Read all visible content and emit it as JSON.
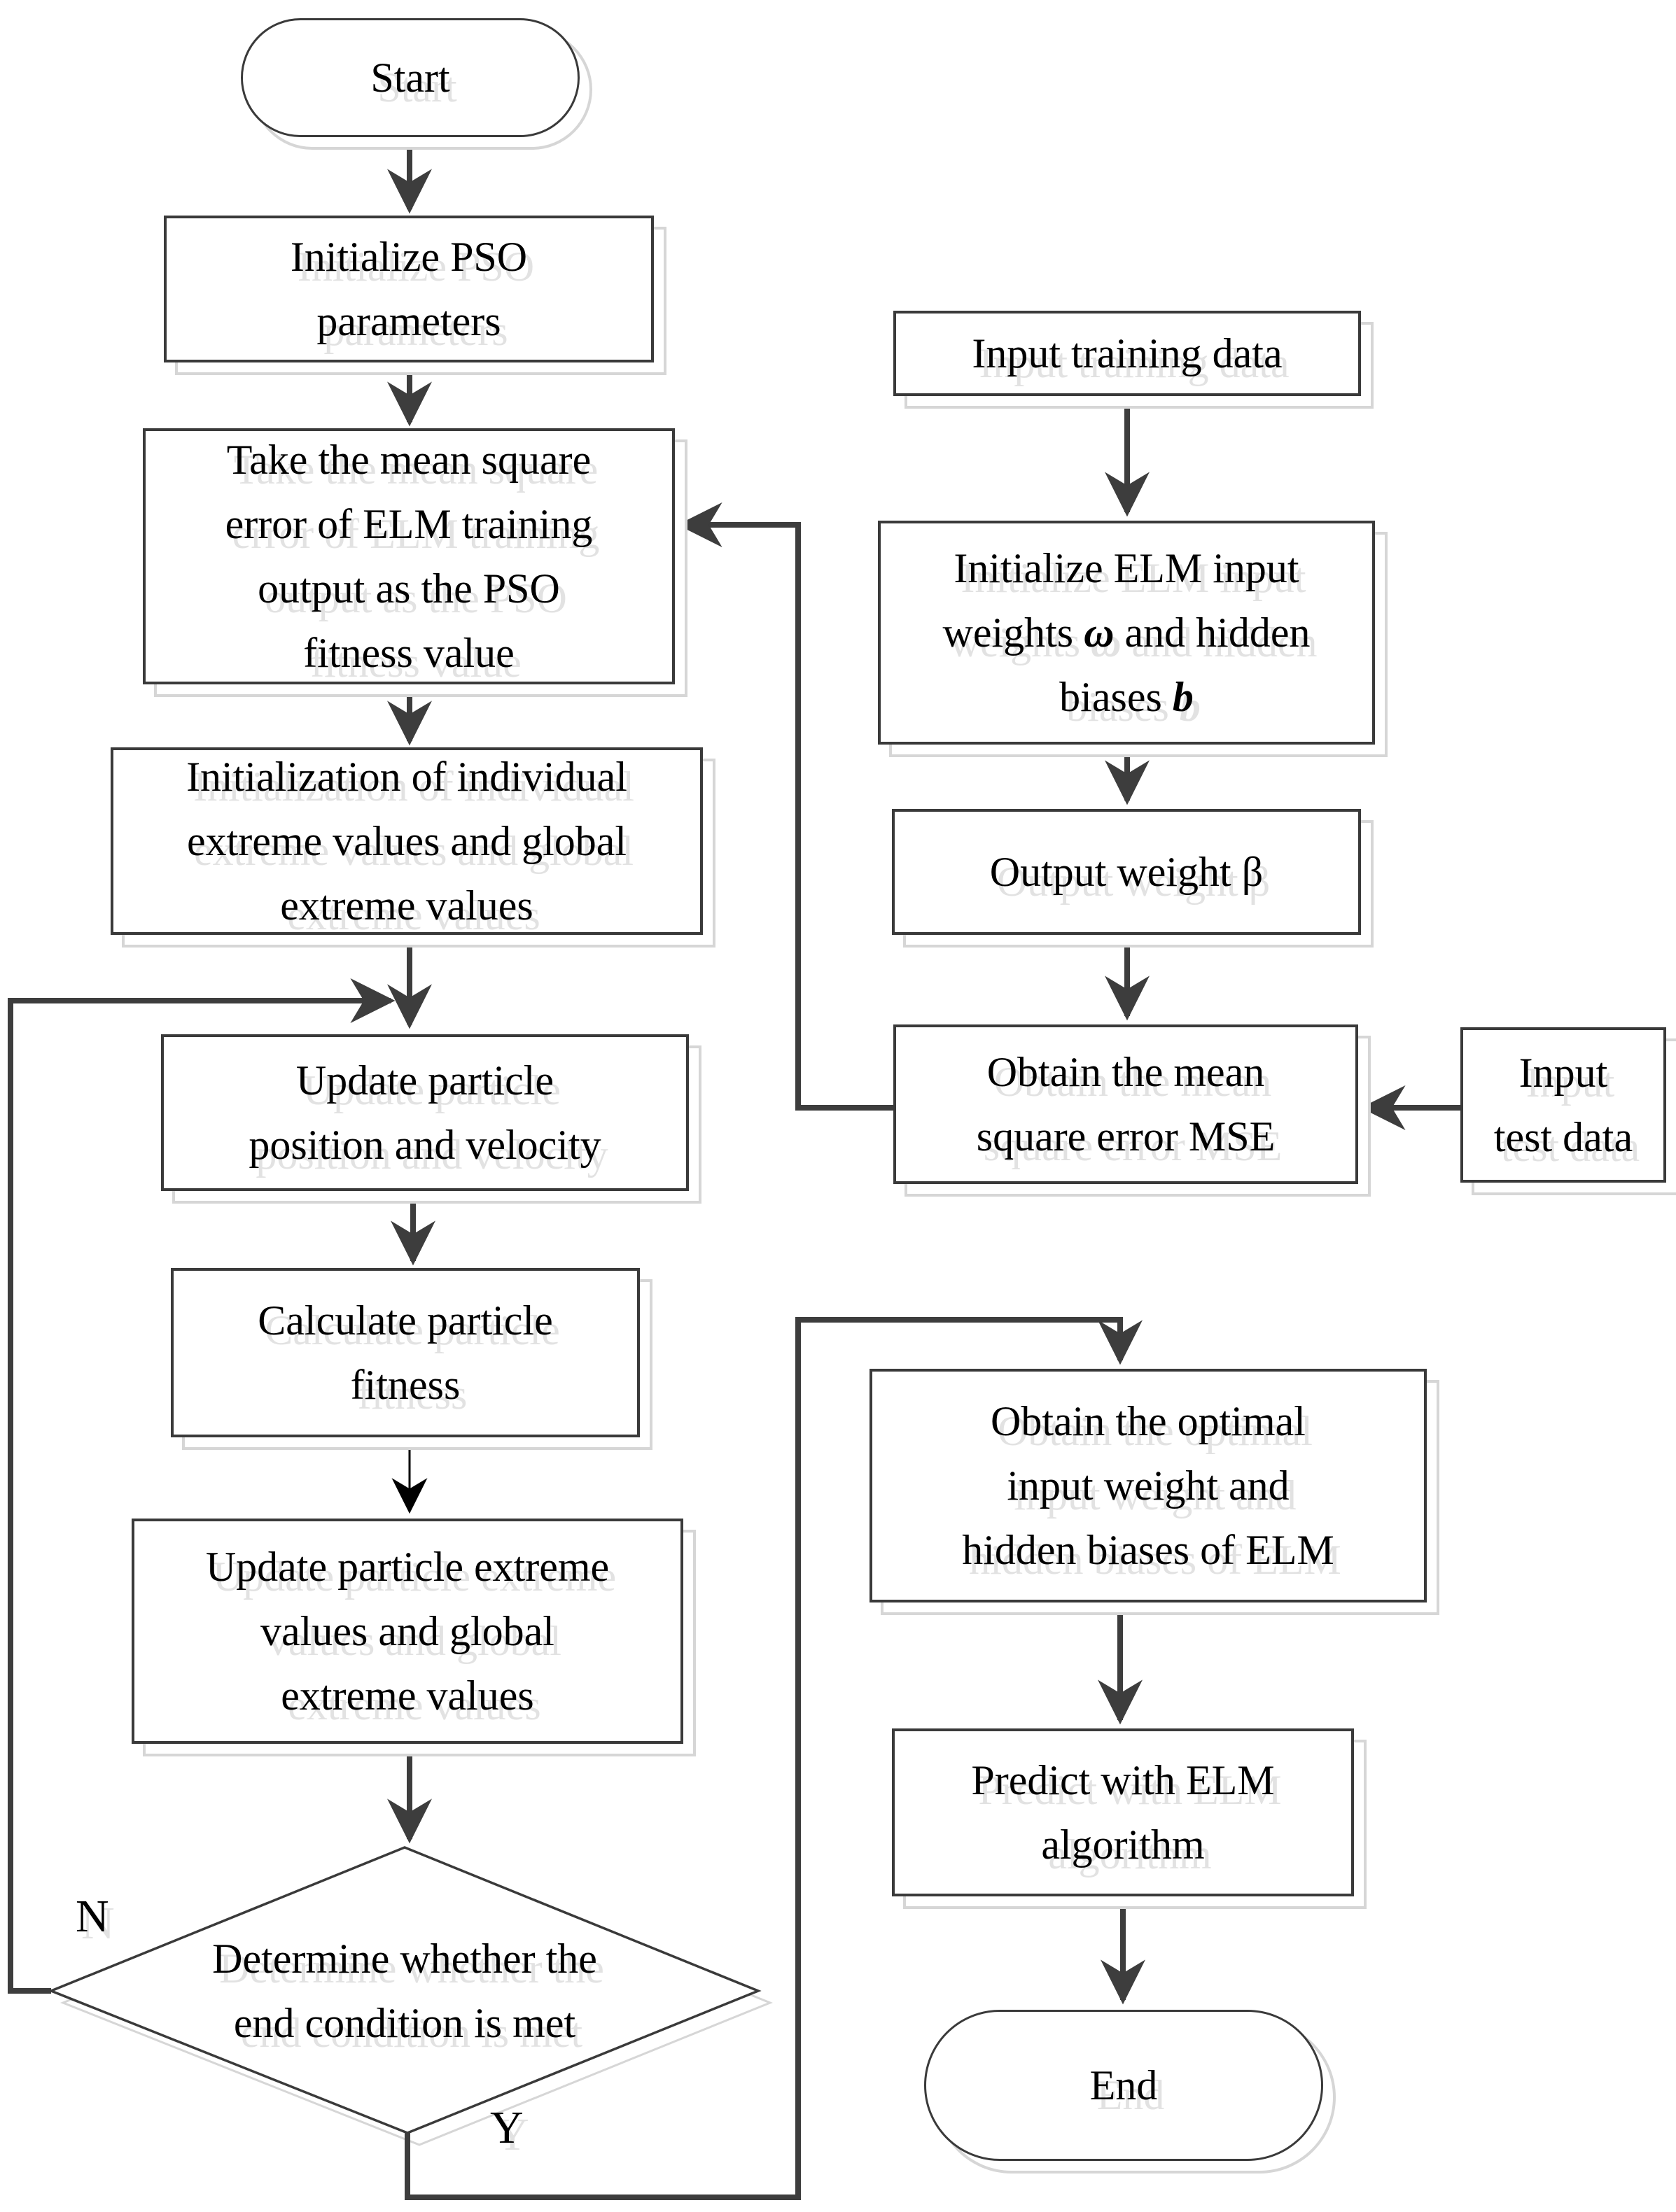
{
  "diagram_type": "flowchart",
  "subject": "PSO-optimized ELM algorithm flow",
  "colors": {
    "connector": "#3d3d3d",
    "box_border": "#3a3a3a",
    "ghost_border": "#d6d6d6",
    "text": "#000000",
    "text_ghost": "#e2e2e2",
    "background": "#ffffff"
  },
  "nodes": {
    "start": {
      "label": "Start"
    },
    "init_pso": {
      "lines": [
        "Initialize PSO",
        "parameters"
      ]
    },
    "fitness": {
      "lines": [
        "Take the mean square",
        "error of ELM training",
        "output as the PSO",
        "fitness value"
      ]
    },
    "init_individual": {
      "lines": [
        "Initialization of individual",
        "extreme values and global",
        "extreme values"
      ]
    },
    "update_particle": {
      "lines": [
        "Update particle",
        "position and velocity"
      ]
    },
    "calc_fitness": {
      "lines": [
        "Calculate particle",
        "fitness"
      ]
    },
    "update_extreme": {
      "lines": [
        "Update particle extreme",
        "values  and global",
        "extreme values"
      ]
    },
    "decision": {
      "lines": [
        "Determine whether the",
        "end condition is met"
      ]
    },
    "input_training": {
      "label": "Input training data"
    },
    "init_elm": {
      "line1": "Initialize ELM input",
      "line2_pre": "weights ",
      "line2_sym": "ω",
      "line2_post": " and hidden",
      "line3_pre": "biases ",
      "line3_sym": "b"
    },
    "output_weight": {
      "label": "Output weight β"
    },
    "obtain_mse": {
      "lines": [
        "Obtain the mean",
        "square error MSE"
      ]
    },
    "input_test": {
      "lines": [
        "Input",
        "test data"
      ]
    },
    "obtain_optimal": {
      "lines": [
        "Obtain the optimal",
        "input weight and",
        "hidden biases of ELM"
      ]
    },
    "predict": {
      "lines": [
        "Predict with ELM",
        "algorithm"
      ]
    },
    "end": {
      "label": "End"
    }
  },
  "branches": {
    "no": "N",
    "yes": "Y"
  }
}
